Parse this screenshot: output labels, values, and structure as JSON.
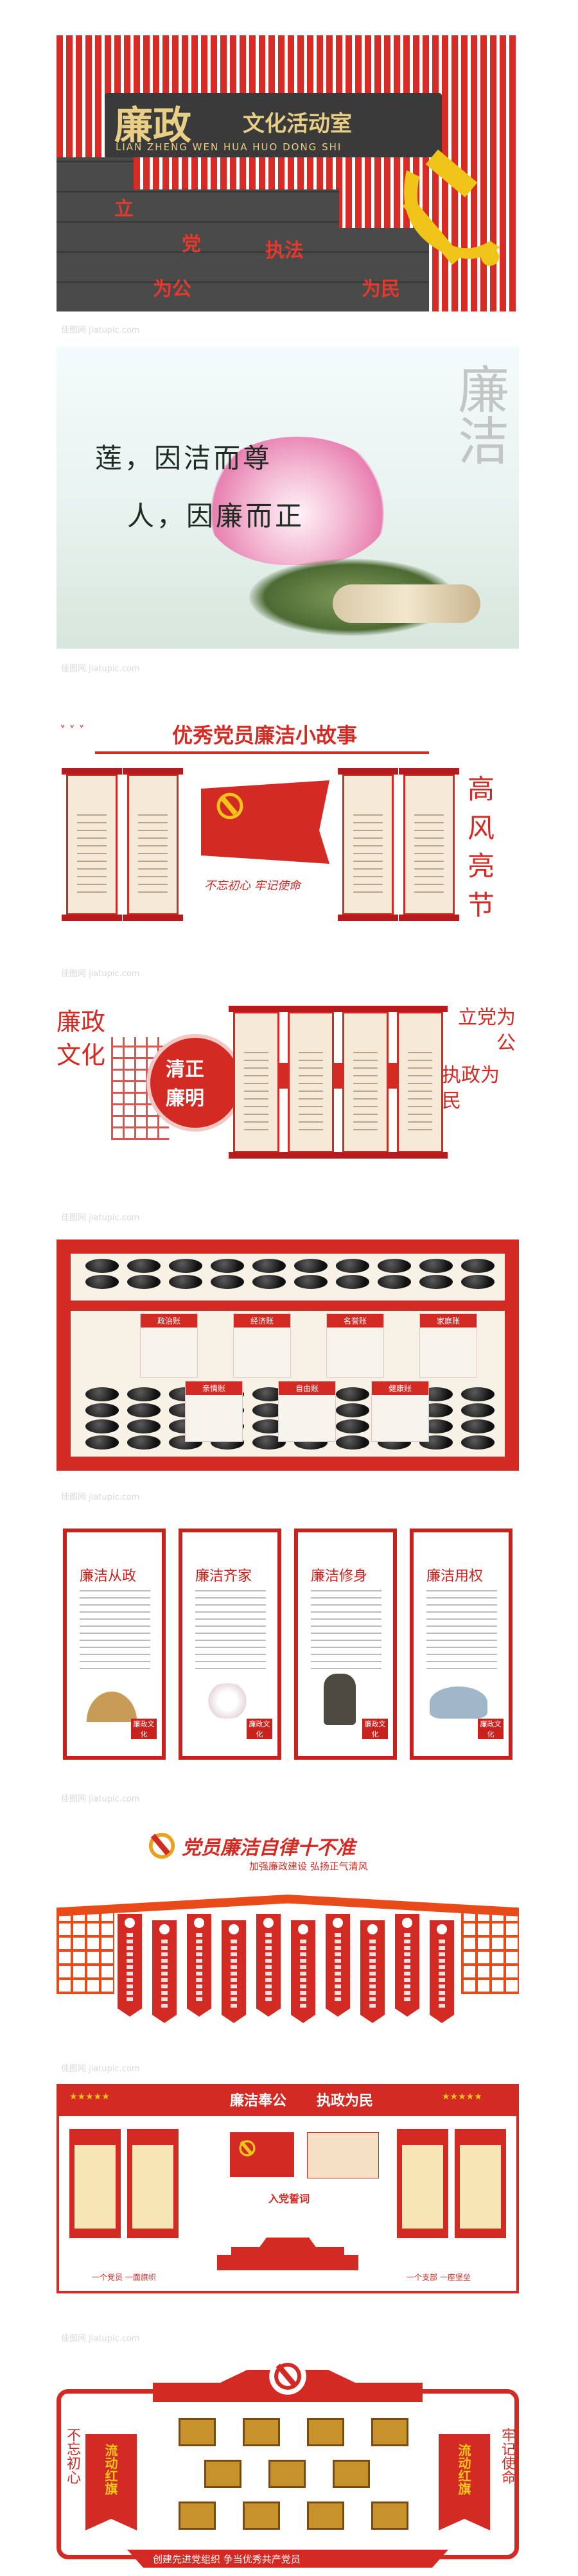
{
  "panel1": {
    "title_main": "廉政",
    "title_sub": "文化活动室",
    "pinyin": "LIAN ZHENG WEN HUA HUO DONG SHI",
    "brick_words": [
      "立",
      "党",
      "为公",
      "执法",
      "为民"
    ]
  },
  "panel2": {
    "line1": "莲，因洁而尊",
    "line2": "人，因廉而正",
    "big_chars": "廉洁"
  },
  "panel3": {
    "title": "优秀党员廉洁小故事",
    "right_big": [
      "高风",
      "亮节"
    ],
    "center_caption": "不忘初心  牢记使命"
  },
  "panel4": {
    "left_big": "廉政文化",
    "badge_line1": "清正",
    "badge_line2": "廉明",
    "right_big": [
      "立党为公",
      "执政为民"
    ]
  },
  "panel5": {
    "cards": [
      "政治账",
      "经济账",
      "名誉账",
      "家庭账",
      "亲情账",
      "自由账",
      "健康账"
    ]
  },
  "panel6": {
    "boards": [
      "廉洁从政",
      "廉洁齐家",
      "廉洁修身",
      "廉洁用权"
    ],
    "seal_text": "廉政文化"
  },
  "panel7": {
    "title": "党员廉洁自律十不准",
    "subtitle": "加强廉政建设  弘扬正气清风"
  },
  "panel8": {
    "title_left": "廉洁奉公",
    "title_right": "执政为民",
    "oath_label": "入党誓词",
    "footer_left": "一个党员  一面旗帜",
    "footer_right": "一个支部  一座堡垒"
  },
  "panel9": {
    "left_vertical": "不忘初心",
    "right_vertical": "牢记使命",
    "left_flag": "流动红旗",
    "right_flag": "流动红旗",
    "footer": "创建先进党组织    争当优秀共产党员"
  },
  "watermark": "佳图网 jiatupic.com",
  "colors": {
    "party_red": "#d42a24",
    "gold": "#e8c13a",
    "stone": "#4a4a4a"
  }
}
